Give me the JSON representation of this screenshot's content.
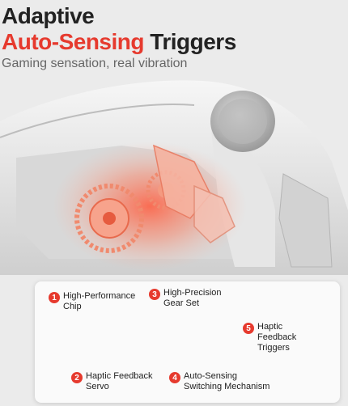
{
  "header": {
    "title_line1": "Adaptive",
    "title_line2_accent": "Auto-Sensing",
    "title_line2_rest": "Triggers",
    "subtitle": "Gaming sensation, real vibration"
  },
  "callouts": [
    {
      "number": "1",
      "label": "High-Performance\nChip"
    },
    {
      "number": "2",
      "label": "Haptic Feedback\nServo"
    },
    {
      "number": "3",
      "label": "High-Precision\nGear Set"
    },
    {
      "number": "4",
      "label": "Auto-Sensing\nSwitching Mechanism"
    },
    {
      "number": "5",
      "label": "Haptic\nFeedback\nTriggers"
    }
  ],
  "colors": {
    "accent": "#e63a2e",
    "text": "#222222",
    "subtitle": "#666666",
    "background": "#ebebeb"
  }
}
